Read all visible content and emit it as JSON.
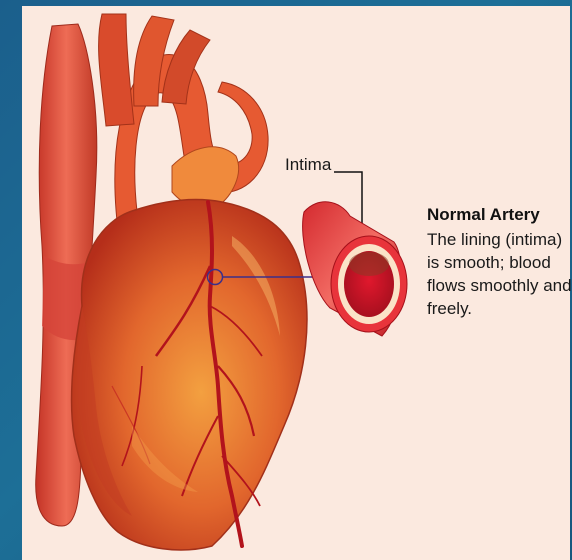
{
  "diagram": {
    "intima_label": "Intima",
    "caption_title": "Normal Artery",
    "caption_text": "The lining (intima) is smooth; blood flows smoothly and freely."
  },
  "colors": {
    "background": "#1b5f8c",
    "panel": "#fbe9df",
    "heart": "#d9522a",
    "artery_wall": "#e8343b",
    "intima": "#fbe3c8",
    "lumen": "#c8102e",
    "connector_line": "#3c2f8a"
  },
  "icons": [
    "heart-illustration",
    "artery-cross-section-icon"
  ]
}
